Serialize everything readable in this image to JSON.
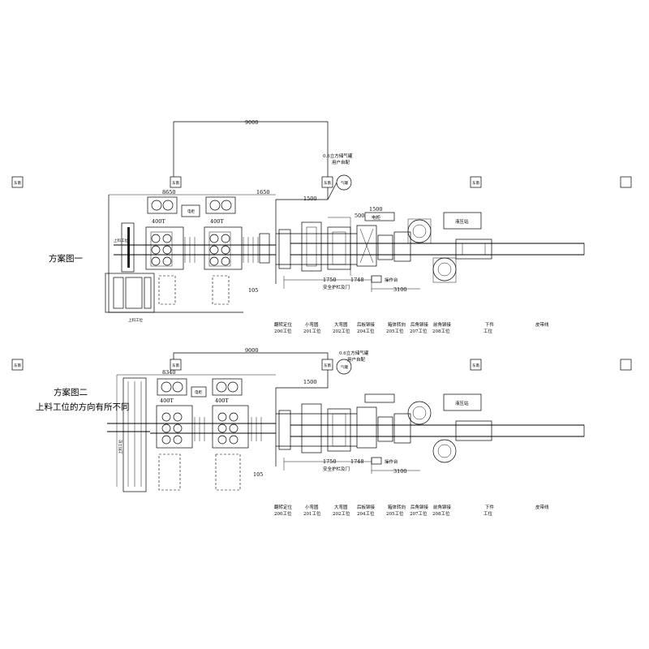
{
  "frame_tag": "东南",
  "schemes": [
    {
      "id": "scheme-1",
      "title_lines": [
        "方案图一"
      ],
      "dims": {
        "top": "9000",
        "left_width": "8650",
        "right_gap": "1650",
        "vertical": "1500",
        "side_500": "500",
        "side_1500": "1500",
        "bottom_1750": "1750",
        "bottom_1748": "1748",
        "bottom_3100": "3100",
        "line_105": "105"
      },
      "press_labels": [
        "400T",
        "400T"
      ],
      "air_tank_lines": [
        "0.6立方储气罐",
        "用户自配"
      ],
      "air_tank_tag": "气罐",
      "electric_cabinet": "电柜",
      "electric_cabinet_small": "电柜",
      "hydraulic_station": "液压站",
      "safety_fence": "安全护栏及门",
      "console": "操作台",
      "stations": [
        {
          "name": "翻转定位",
          "code": "200工位"
        },
        {
          "name": "小弯圆",
          "code": "201工位"
        },
        {
          "name": "大弯圆",
          "code": "202工位"
        },
        {
          "name": "后板铆接",
          "code": "204工位"
        },
        {
          "name": "箱体转向",
          "code": "205工位"
        },
        {
          "name": "后角铆接",
          "code": "207工位"
        },
        {
          "name": "前角铆接",
          "code": "208工位"
        },
        {
          "name": "下件",
          "code": "工位"
        },
        {
          "name": "皮带线",
          "code": ""
        }
      ]
    },
    {
      "id": "scheme-2",
      "title_lines": [
        "方案图二",
        "上料工位的方向有所不同"
      ],
      "dims": {
        "top": "9000",
        "left_width": "8340",
        "vertical": "1500",
        "bottom_1750": "1750",
        "bottom_1748": "1748",
        "bottom_3100": "3100",
        "line_105": "105"
      },
      "press_labels": [
        "400T",
        "400T"
      ],
      "air_tank_lines": [
        "0.6立方储气罐",
        "用户自配"
      ],
      "air_tank_tag": "气罐",
      "electric_cabinet": "电柜",
      "hydraulic_station": "液压站",
      "safety_fence": "安全护栏及门",
      "console": "操作台",
      "stations": [
        {
          "name": "翻转定位",
          "code": "200工位"
        },
        {
          "name": "小弯圆",
          "code": "201工位"
        },
        {
          "name": "大弯圆",
          "code": "202工位"
        },
        {
          "name": "后板铆接",
          "code": "204工位"
        },
        {
          "name": "箱体转向",
          "code": "205工位"
        },
        {
          "name": "后角铆接",
          "code": "207工位"
        },
        {
          "name": "前角铆接",
          "code": "208工位"
        },
        {
          "name": "下件",
          "code": "工位"
        },
        {
          "name": "皮带线",
          "code": ""
        }
      ]
    }
  ]
}
